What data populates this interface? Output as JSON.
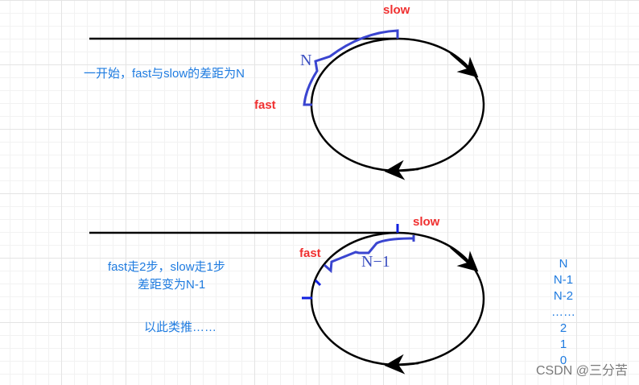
{
  "top": {
    "caption": "一开始，fast与slow的差距为N",
    "slow_label": "slow",
    "fast_label": "fast",
    "gap_label": "N"
  },
  "bottom": {
    "caption_line1": "fast走2步，slow走1步",
    "caption_line2": "差距变为N-1",
    "caption_line3": "以此类推……",
    "slow_label": "slow",
    "fast_label": "fast",
    "gap_label": "N−1"
  },
  "sequence": [
    "N",
    "N-1",
    "N-2",
    "……",
    "2",
    "1",
    "0"
  ],
  "watermark": "CSDN @三分苦"
}
